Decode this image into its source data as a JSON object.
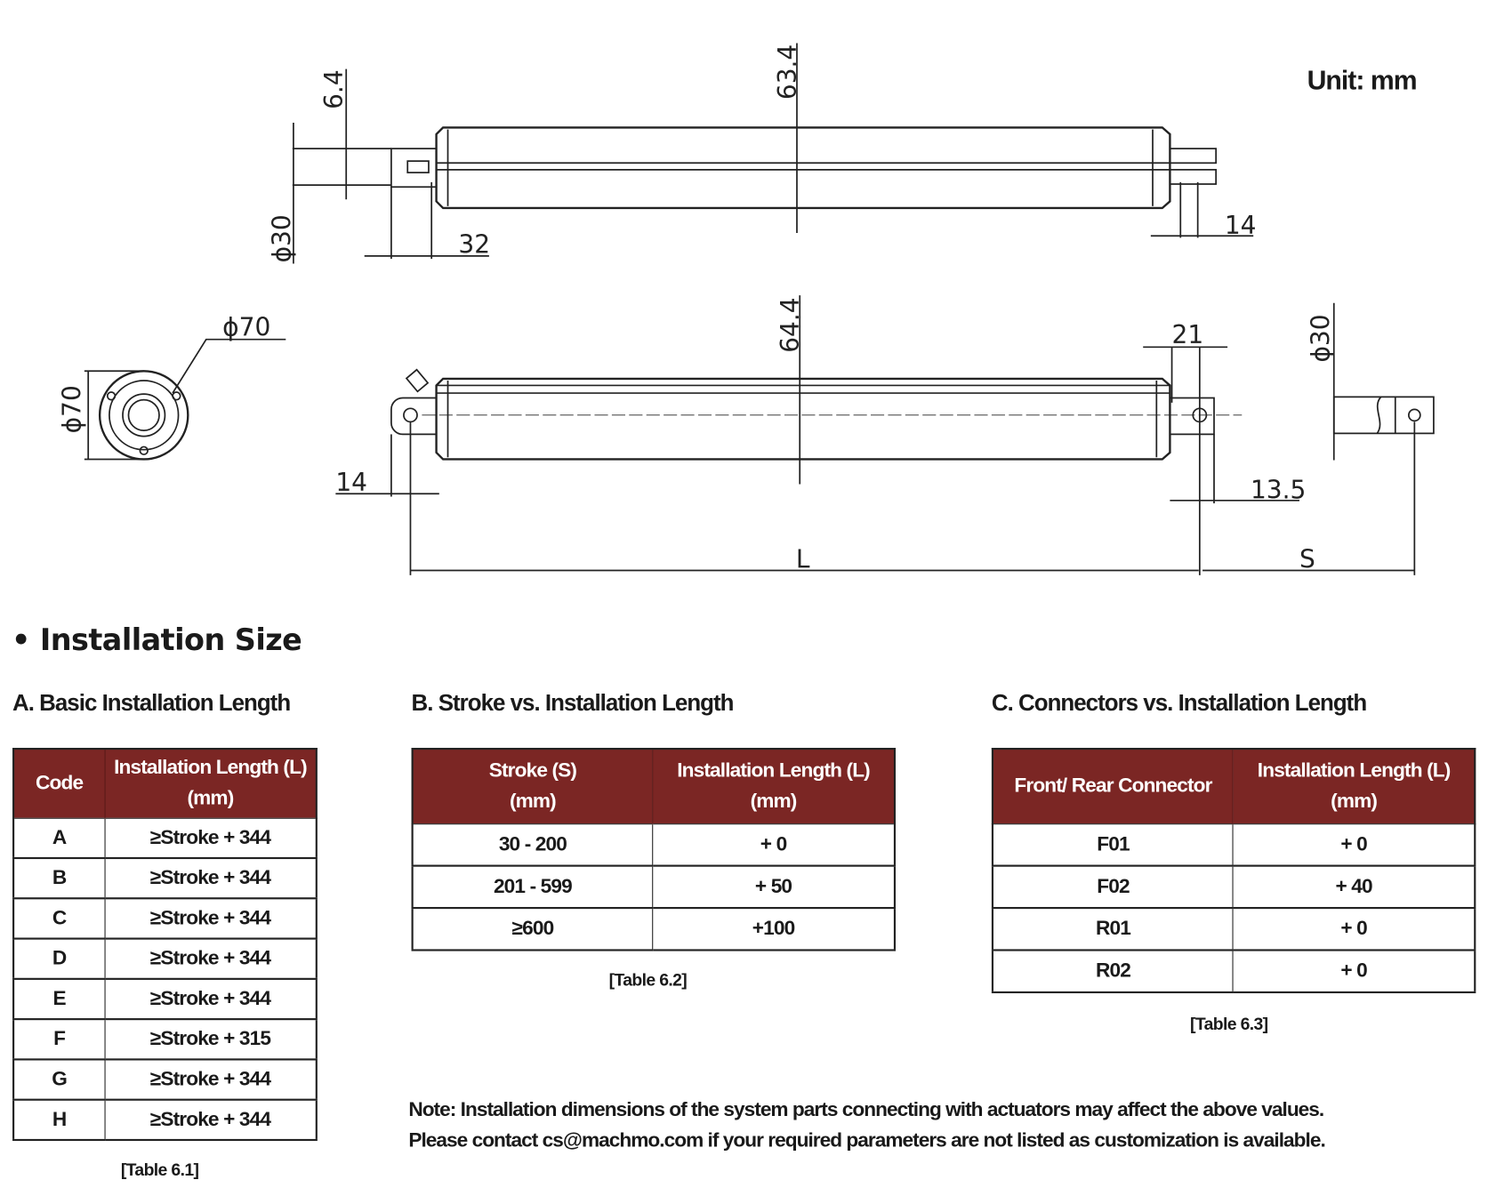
{
  "drawing": {
    "unit_label": "Unit: mm",
    "top_view": {
      "dims": [
        "63.4",
        "6.4",
        "ϕ30",
        "32",
        "14"
      ]
    },
    "bottom_view": {
      "dims": [
        "64.4",
        "21",
        "13.5",
        "14",
        "L",
        "S"
      ]
    },
    "end_view": {
      "dims": [
        "ϕ70",
        "ϕ70"
      ]
    },
    "rod_end_detail": {
      "dims": [
        "ϕ30"
      ]
    }
  },
  "section_title": "• Installation Size",
  "table_a": {
    "heading": "A. Basic Installation Length",
    "headers": [
      "Code",
      "Installation Length (L)\n(mm)"
    ],
    "rows": [
      [
        "A",
        "≥Stroke + 344"
      ],
      [
        "B",
        "≥Stroke + 344"
      ],
      [
        "C",
        "≥Stroke + 344"
      ],
      [
        "D",
        "≥Stroke + 344"
      ],
      [
        "E",
        "≥Stroke + 344"
      ],
      [
        "F",
        "≥Stroke + 315"
      ],
      [
        "G",
        "≥Stroke + 344"
      ],
      [
        "H",
        "≥Stroke + 344"
      ]
    ],
    "caption": "[Table 6.1]"
  },
  "table_b": {
    "heading": "B. Stroke vs. Installation Length",
    "headers": [
      "Stroke (S)\n(mm)",
      "Installation Length (L)\n(mm)"
    ],
    "rows": [
      [
        "30 - 200",
        "+ 0"
      ],
      [
        "201 - 599",
        "+ 50"
      ],
      [
        "≥600",
        "+100"
      ]
    ],
    "caption": "[Table 6.2]"
  },
  "table_c": {
    "heading": "C. Connectors vs. Installation Length",
    "headers": [
      "Front/ Rear Connector",
      "Installation Length (L)\n(mm)"
    ],
    "rows": [
      [
        "F01",
        "+ 0"
      ],
      [
        "F02",
        "+ 40"
      ],
      [
        "R01",
        "+ 0"
      ],
      [
        "R02",
        "+ 0"
      ]
    ],
    "caption": "[Table 6.3]"
  },
  "note": {
    "line1": "Note:  Installation dimensions of the system parts connecting with actuators may affect the above values.",
    "line2": "Please contact cs@machmo.com if your required parameters are not listed as customization is available."
  },
  "colors": {
    "header_bg": "#7b2624"
  }
}
